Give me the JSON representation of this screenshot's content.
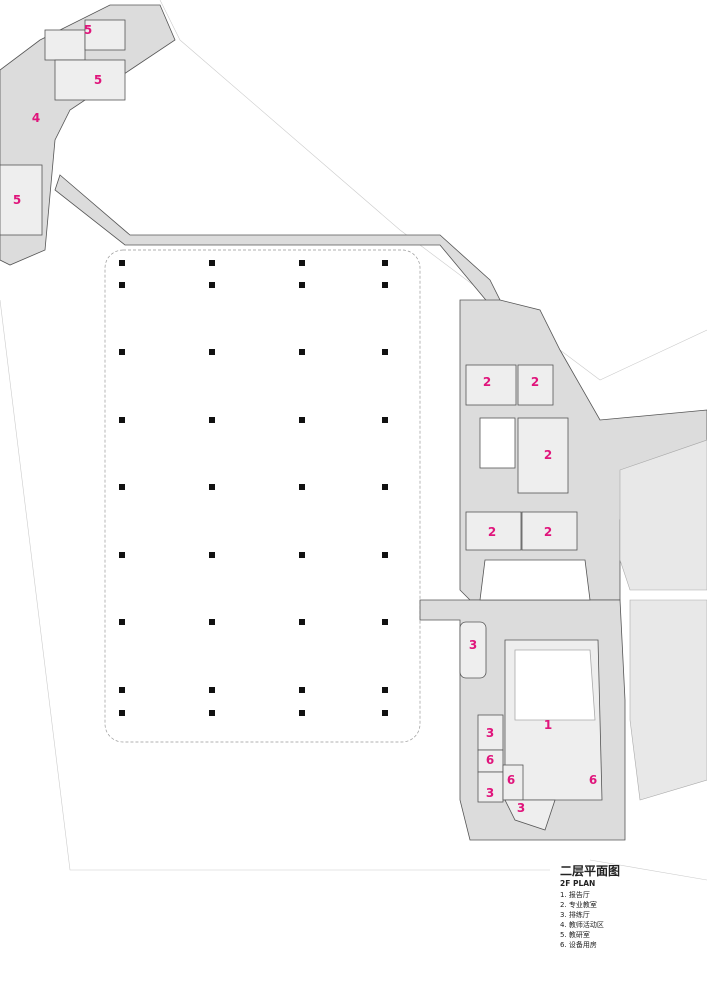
{
  "legend": {
    "title": "二层平面图",
    "subtitle": "2F PLAN",
    "items": [
      "1. 报告厅",
      "2. 专业教室",
      "3. 排练厅",
      "4. 教师活动区",
      "5. 教研室",
      "6. 设备用房"
    ]
  },
  "room_labels": [
    "5",
    "5",
    "4",
    "5",
    "2",
    "2",
    "2",
    "2",
    "2",
    "3",
    "1",
    "3",
    "6",
    "6",
    "6",
    "3",
    "3"
  ],
  "colors": {
    "label": "#e0157c",
    "floor": "#dcdcdc",
    "wall": "#555555"
  }
}
